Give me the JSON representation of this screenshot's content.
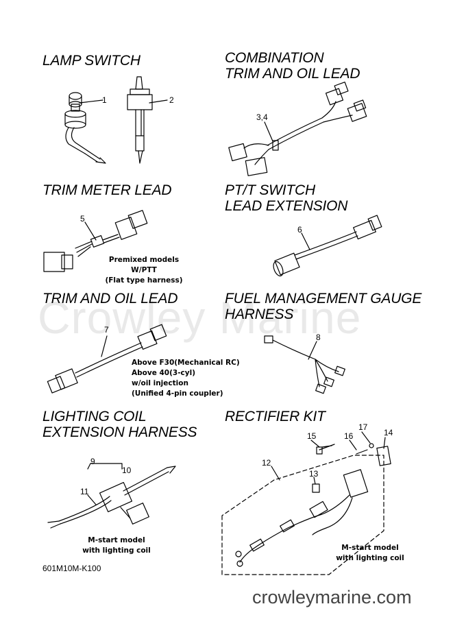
{
  "watermark": "Crowley Marine",
  "footer": {
    "code": "601M10M-K100",
    "site": "crowleymarine.com"
  },
  "sections": {
    "lamp_switch": {
      "title": "LAMP SWITCH"
    },
    "combination": {
      "title": "COMBINATION\nTRIM AND OIL LEAD"
    },
    "trim_meter": {
      "title": "TRIM METER LEAD",
      "note": "Premixed models W/PTT\n(Flat type harness)"
    },
    "ptt_switch": {
      "title": "PT/T SWITCH\nLEAD EXTENSION"
    },
    "trim_oil": {
      "title": "TRIM AND OIL LEAD",
      "note": "Above F30(Mechanical RC)\nAbove 40(3-cyl)\nw/oil injection\n(Unified 4-pin coupler)"
    },
    "fuel_gauge": {
      "title": "FUEL MANAGEMENT GAUGE\nHARNESS"
    },
    "lighting_coil": {
      "title": "LIGHTING COIL\nEXTENSION HARNESS",
      "note": "M-start model\nwith lighting coil"
    },
    "rectifier": {
      "title": "RECTIFIER KIT",
      "note": "M-start model\nwith lighting coil"
    }
  },
  "callouts": [
    "1",
    "2",
    "3,4",
    "5",
    "6",
    "7",
    "8",
    "9",
    "10",
    "11",
    "12",
    "13",
    "14",
    "15",
    "16",
    "17"
  ]
}
